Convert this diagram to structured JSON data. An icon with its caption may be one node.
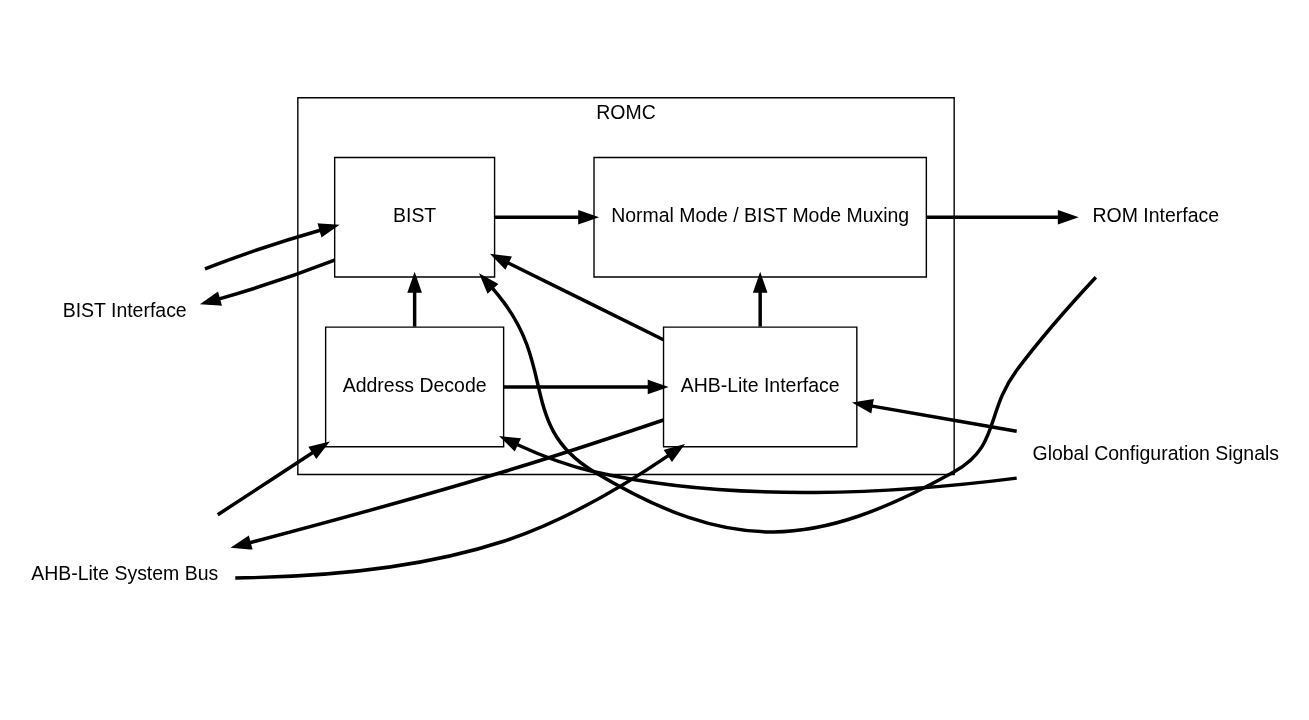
{
  "diagram": {
    "nodes": [
      {
        "text": [
          "ROMC"
        ]
      },
      {
        "text": [
          "AHB-Lite Interface"
        ],
        "in": 0
      },
      {
        "text": [
          "Address Decode"
        ],
        "in": 0
      },
      {
        "text": [
          "Normal Mode / BIST Mode Muxing"
        ],
        "in": 0
      },
      {
        "text": [
          "BIST"
        ],
        "in": 0
      },
      {
        "text": [
          "AHB-Lite System Bus"
        ]
      },
      {
        "text": [
          "Global Configuration Signals"
        ]
      },
      {
        "text": [
          "ROM Interface"
        ]
      },
      {
        "text": [
          "BIST Interface"
        ]
      }
    ],
    "edges": [
      {
        "from": 1,
        "to": 5,
        "arrow": "to"
      },
      {
        "from": 5,
        "to": 1,
        "arrow": "to"
      },
      {
        "from": 5,
        "to": 2,
        "arrow": "to"
      },
      {
        "from": 6,
        "to": 1,
        "arrow": "to"
      },
      {
        "from": 2,
        "to": 1,
        "arrow": "to"
      },
      {
        "from": 6,
        "to": 2,
        "arrow": "to"
      },
      {
        "from": 1,
        "to": 3,
        "arrow": "to"
      },
      {
        "from": 1,
        "to": 4,
        "arrow": "to"
      },
      {
        "from": 2,
        "to": 4,
        "arrow": "to"
      },
      {
        "from": 4,
        "to": 3,
        "arrow": "to"
      },
      {
        "from": 3,
        "to": 7,
        "arrow": "to"
      },
      {
        "from": 7,
        "to": 4,
        "arrow": "to"
      },
      {
        "from": 4,
        "to": 8,
        "arrow": "to"
      },
      {
        "from": 8,
        "to": 4,
        "arrow": "to"
      }
    ]
  }
}
